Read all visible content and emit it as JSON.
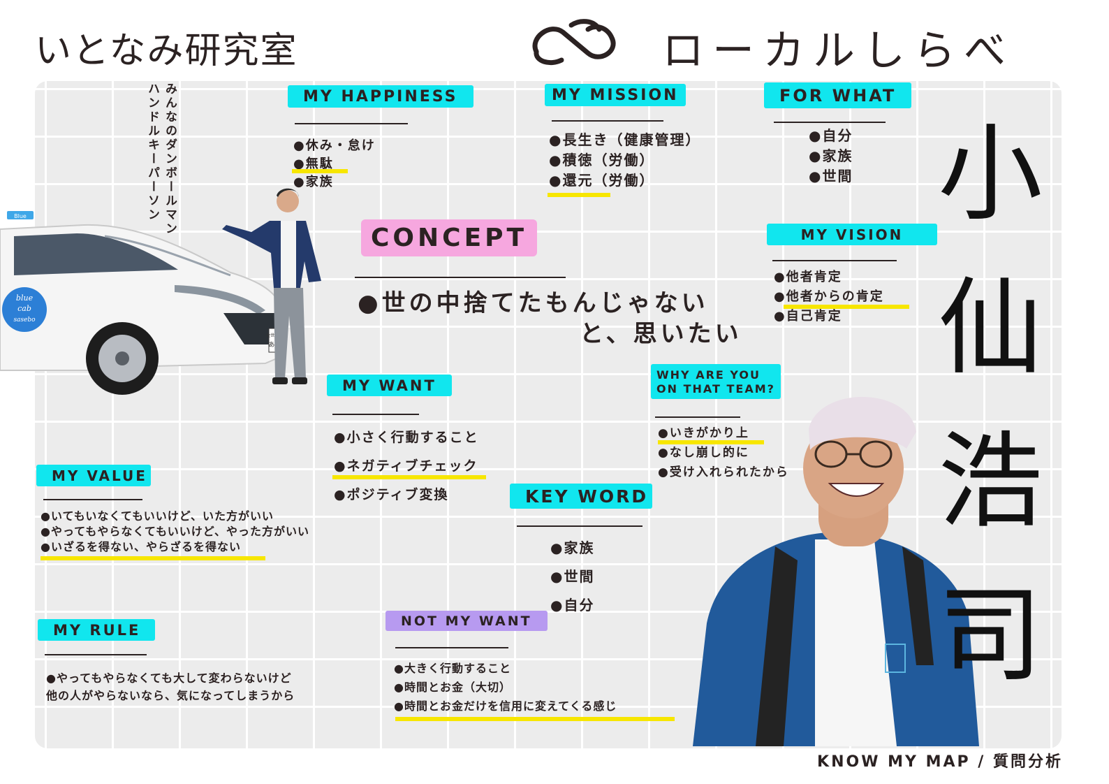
{
  "header": {
    "brand_left": "いとなみ研究室",
    "brand_right": "ローカルしらべ",
    "logo_icon": "infinity-link-icon"
  },
  "nickname": "みんなのダンボールマン\nハンドルキーパーソン",
  "name": [
    "小",
    "仙",
    "浩",
    "司"
  ],
  "sections": {
    "happiness": {
      "title": "MY HAPPINESS",
      "items": [
        "休み・怠け",
        "無駄",
        "家族"
      ]
    },
    "mission": {
      "title": "MY MISSION",
      "items": [
        "長生き（健康管理）",
        "積徳（労働）",
        "還元（労働）"
      ]
    },
    "for_what": {
      "title": "FOR WHAT",
      "items": [
        "自分",
        "家族",
        "世間"
      ]
    },
    "vision": {
      "title": "MY VISION",
      "items": [
        "他者肯定",
        "他者からの肯定",
        "自己肯定"
      ]
    },
    "concept": {
      "title": "CONCEPT",
      "line1": "●世の中捨てたもんじゃない",
      "line2": "と、思いたい"
    },
    "want": {
      "title": "MY WANT",
      "items": [
        "小さく行動すること",
        "ネガティブチェック",
        "ポジティブ変換"
      ]
    },
    "why_team": {
      "title_line1": "WHY ARE YOU",
      "title_line2": "ON THAT TEAM?",
      "items": [
        "いきがかり上",
        "なし崩し的に",
        "受け入れられたから"
      ]
    },
    "value": {
      "title": "MY VALUE",
      "items": [
        "いてもいなくてもいいけど、いた方がいい",
        "やってもやらなくてもいいけど、やった方がいい",
        "いざるを得ない、やらざるを得ない"
      ]
    },
    "keyword": {
      "title": "KEY WORD",
      "items": [
        "家族",
        "世間",
        "自分"
      ]
    },
    "rule": {
      "title": "MY RULE",
      "line1": "●やってもやらなくても大して変わらないけど",
      "line2": "他の人がやらないなら、気になってしまうから"
    },
    "not_want": {
      "title": "NOT MY WANT",
      "items": [
        "大きく行動すること",
        "時間とお金（大切）",
        "時間とお金だけを信用に変えてくる感じ"
      ]
    }
  },
  "photo": {
    "car_logo_lines": [
      "blue",
      "cab",
      "sasebo"
    ],
    "car_roof_sign": "Blue",
    "plate_top": "佐世保300",
    "plate_num": "あ 15"
  },
  "footer": "KNOW MY MAP / 質問分析",
  "colors": {
    "cyan": "#11e6ee",
    "pink": "#f6a7df",
    "purple": "#b79af0",
    "highlight": "#f7e600",
    "board": "#ececec"
  }
}
